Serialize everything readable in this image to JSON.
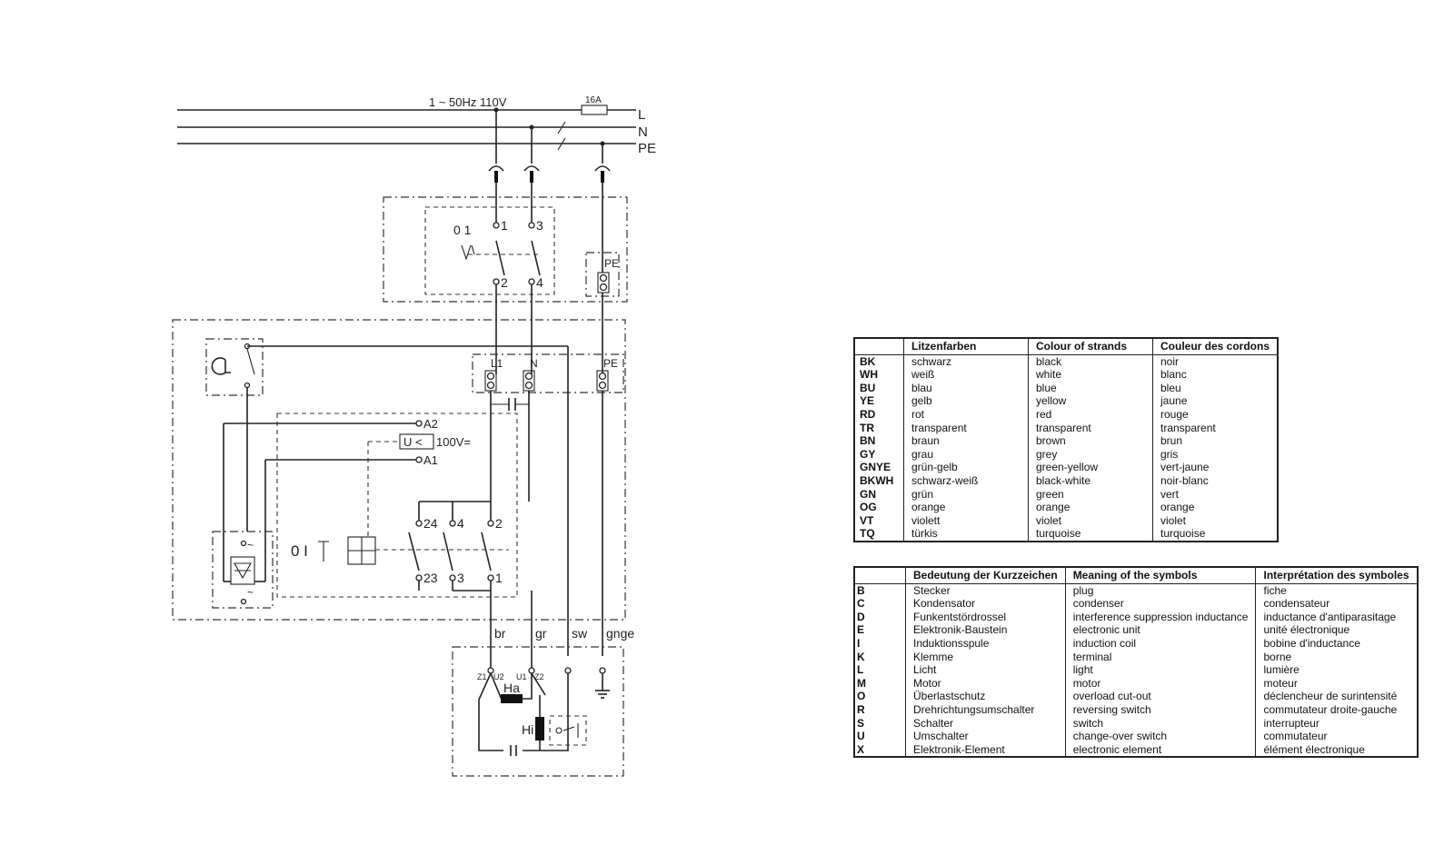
{
  "diagram": {
    "supply": "1 ~ 50Hz  110V",
    "fuse": "16A",
    "lines": {
      "L": "L",
      "N": "N",
      "PE": "PE"
    },
    "switch_positions": "0 1",
    "main_switch_terminals": [
      "1",
      "3",
      "2",
      "4"
    ],
    "pe_label": "PE",
    "block_terminals": {
      "L1": "L1",
      "N": "N",
      "PE": "PE"
    },
    "coil_terminals": {
      "A2": "A2",
      "A1": "A1"
    },
    "undervoltage": "U <",
    "undervoltage_voltage": "100V=",
    "reversing_switch_positions": "0 I",
    "contacts_top": [
      "24",
      "4",
      "2"
    ],
    "contacts_bottom": [
      "23",
      "3",
      "1"
    ],
    "wire_colours": [
      "br",
      "gr",
      "sw",
      "gnge"
    ],
    "motor_terminals": {
      "z1": "Z1",
      "u2": "U2",
      "u1": "U1",
      "z2": "Z2"
    },
    "windings": {
      "main": "Ha",
      "aux": "Hi"
    },
    "ac_mark": "~"
  },
  "legend_colours": {
    "headers": [
      "",
      "Litzenfarben",
      "Colour of strands",
      "Couleur des cordons"
    ],
    "rows": [
      [
        "BK",
        "schwarz",
        "black",
        "noir"
      ],
      [
        "WH",
        "weiß",
        "white",
        "blanc"
      ],
      [
        "BU",
        "blau",
        "blue",
        "bleu"
      ],
      [
        "YE",
        "gelb",
        "yellow",
        "jaune"
      ],
      [
        "RD",
        "rot",
        "red",
        "rouge"
      ],
      [
        "TR",
        "transparent",
        "transparent",
        "transparent"
      ],
      [
        "BN",
        "braun",
        "brown",
        "brun"
      ],
      [
        "GY",
        "grau",
        "grey",
        "gris"
      ],
      [
        "GNYE",
        "grün-gelb",
        "green-yellow",
        "vert-jaune"
      ],
      [
        "BKWH",
        "schwarz-weiß",
        "black-white",
        "noir-blanc"
      ],
      [
        "GN",
        "grün",
        "green",
        "vert"
      ],
      [
        "OG",
        "orange",
        "orange",
        "orange"
      ],
      [
        "VT",
        "violett",
        "violet",
        "violet"
      ],
      [
        "TQ",
        "türkis",
        "turquoise",
        "turquoise"
      ]
    ]
  },
  "legend_symbols": {
    "headers": [
      "",
      "Bedeutung der Kurzzeichen",
      "Meaning of the symbols",
      "Interprétation des symboles"
    ],
    "rows": [
      [
        "B",
        "Stecker",
        "plug",
        "fiche"
      ],
      [
        "C",
        "Kondensator",
        "condenser",
        "condensateur"
      ],
      [
        "D",
        "Funkentstördrossel",
        "interference suppression inductance",
        "inductance d'antiparasitage"
      ],
      [
        "E",
        "Elektronik-Baustein",
        "electronic unit",
        "unité électronique"
      ],
      [
        "I",
        "Induktionsspule",
        "induction coil",
        "bobine d'inductance"
      ],
      [
        "K",
        "Klemme",
        "terminal",
        "borne"
      ],
      [
        "L",
        "Licht",
        "light",
        "lumière"
      ],
      [
        "M",
        "Motor",
        "motor",
        "moteur"
      ],
      [
        "O",
        "Überlastschutz",
        "overload cut-out",
        "déclencheur de surintensité"
      ],
      [
        "R",
        "Drehrichtungsumschalter",
        "reversing switch",
        "commutateur droite-gauche"
      ],
      [
        "S",
        "Schalter",
        "switch",
        "interrupteur"
      ],
      [
        "U",
        "Umschalter",
        "change-over switch",
        "commutateur"
      ],
      [
        "X",
        "Elektronik-Element",
        "electronic element",
        "élément électronique"
      ]
    ]
  }
}
